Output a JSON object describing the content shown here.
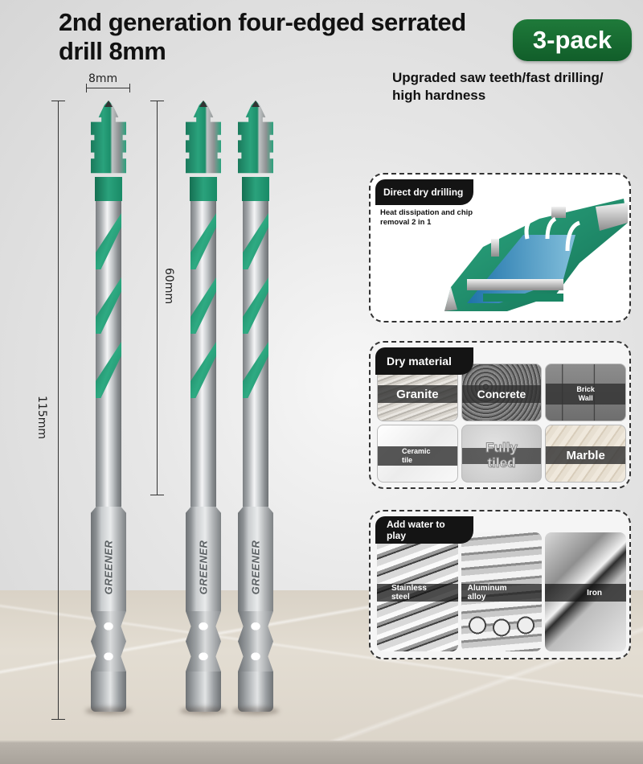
{
  "header": {
    "title_line1": "2nd generation four-edged serrated",
    "title_line2": "drill 8mm",
    "badge": "3-pack",
    "subtitle_line1": "Upgraded saw teeth/fast drilling/",
    "subtitle_line2": "high hardness"
  },
  "colors": {
    "brand_green": "#1f7a3a",
    "drill_green": "#2aa27c",
    "label_dark": "#141414"
  },
  "dimensions": {
    "width": "8mm",
    "working_length": "60mm",
    "total_length": "115mm"
  },
  "drills": [
    {
      "brand": "GREENER"
    },
    {
      "brand": "GREENER"
    },
    {
      "brand": "GREENER"
    }
  ],
  "panels": {
    "dry_drilling": {
      "label": "Direct dry drilling",
      "desc_line1": "Heat dissipation and chip",
      "desc_line2": "removal 2 in 1"
    },
    "dry_material": {
      "label": "Dry material",
      "items": [
        {
          "line1": "Granite",
          "line2": ""
        },
        {
          "line1": "Concrete",
          "line2": ""
        },
        {
          "line1": "Brick",
          "line2": "Wall"
        },
        {
          "line1": "Ceramic",
          "line2": "tile"
        },
        {
          "line1": "Fully",
          "line2": "tiled"
        },
        {
          "line1": "Marble",
          "line2": ""
        }
      ]
    },
    "water": {
      "label": "Add water to play",
      "items": [
        {
          "line1": "Stainless",
          "line2": "steel"
        },
        {
          "line1": "Aluminum",
          "line2": "alloy"
        },
        {
          "line1": "Iron",
          "line2": ""
        }
      ]
    }
  }
}
